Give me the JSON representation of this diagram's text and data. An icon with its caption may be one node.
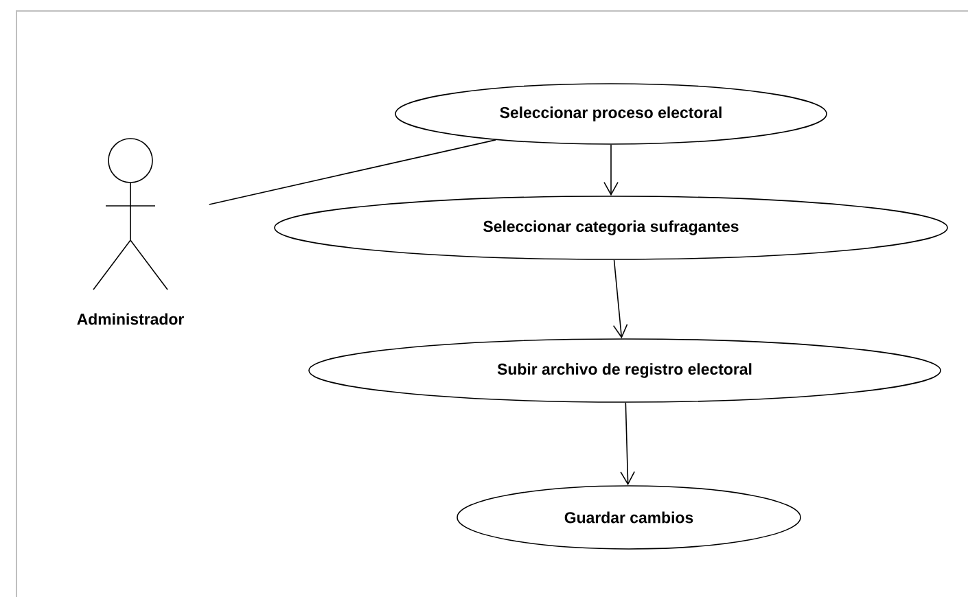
{
  "diagram": {
    "nodes": [
      {
        "text": [
          "Administrador"
        ]
      },
      {
        "text": [
          "Seleccionar proceso electoral"
        ]
      },
      {
        "text": [
          "Seleccionar categoria sufragantes"
        ]
      },
      {
        "text": [
          "Subir archivo de registro electoral"
        ]
      },
      {
        "text": [
          "Guardar cambios"
        ]
      }
    ],
    "edges": [
      {
        "from": 0,
        "to": 1,
        "arrow": "none"
      },
      {
        "from": 1,
        "to": 2,
        "arrow": "to"
      },
      {
        "from": 2,
        "to": 3,
        "arrow": "to"
      },
      {
        "from": 3,
        "to": 4,
        "arrow": "to"
      }
    ]
  }
}
